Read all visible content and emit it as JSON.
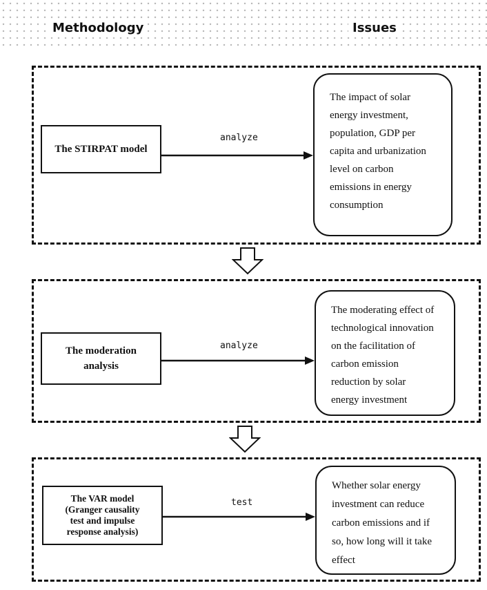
{
  "header": {
    "methodology": "Methodology",
    "issues": "Issues"
  },
  "stages": [
    {
      "method": "The STIRPAT model",
      "verb": "analyze",
      "issue": "The impact of solar\nenergy investment,\npopulation, GDP per\ncapita and urbanization\nlevel on carbon\nemissions in energy\nconsumption"
    },
    {
      "method": "The moderation\nanalysis",
      "verb": "analyze",
      "issue": "The moderating effect of\ntechnological innovation\non the facilitation of\ncarbon emission\nreduction by solar\nenergy investment"
    },
    {
      "method": "The VAR model\n(Granger causality\ntest and impulse\nresponse analysis)",
      "verb": "test",
      "issue": "Whether solar energy\ninvestment can reduce\ncarbon emissions and if\nso, how long will it take\neffect"
    }
  ]
}
